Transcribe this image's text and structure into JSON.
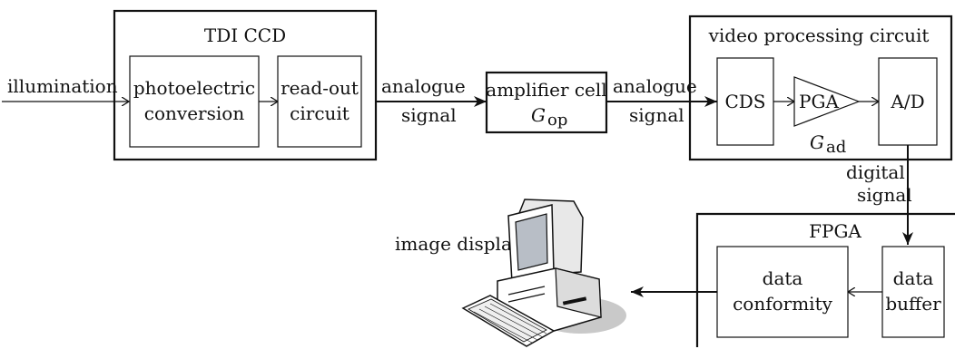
{
  "input_label": "illumination",
  "tdi_ccd": {
    "title": "TDI CCD",
    "photo_line1": "photoelectric",
    "photo_line2": "conversion",
    "readout_line1": "read-out",
    "readout_line2": "circuit"
  },
  "signal1": {
    "line1": "analogue",
    "line2": "signal"
  },
  "amplifier": {
    "line1": "amplifier cell",
    "gain_symbol": "G",
    "gain_sub": "op"
  },
  "signal2": {
    "line1": "analogue",
    "line2": "signal"
  },
  "video": {
    "title": "video processing circuit",
    "cds": "CDS",
    "pga": "PGA",
    "ad": "A/D",
    "gain_symbol": "G",
    "gain_sub": "ad"
  },
  "digital_signal": {
    "line1": "digital",
    "line2": "signal"
  },
  "fpga": {
    "title": "FPGA",
    "buffer_line1": "data",
    "buffer_line2": "buffer",
    "conform_line1": "data",
    "conform_line2": "conformity"
  },
  "display_label": "image display"
}
